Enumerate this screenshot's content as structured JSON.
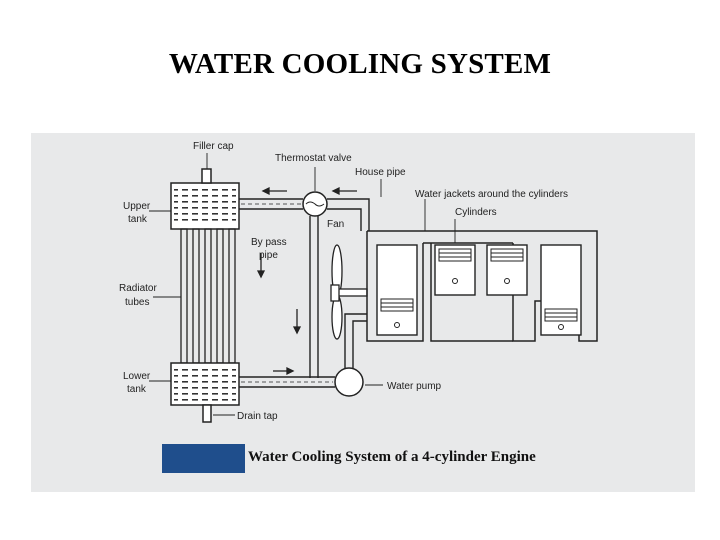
{
  "slide": {
    "title": "WATER COOLING SYSTEM"
  },
  "diagram": {
    "labels": {
      "filler_cap": "Filler cap",
      "thermostat_valve": "Thermostat valve",
      "house_pipe": "House pipe",
      "water_jackets": "Water jackets around the cylinders",
      "cylinders": "Cylinders",
      "upper_tank_1": "Upper",
      "upper_tank_2": "tank",
      "bypass_1": "By pass",
      "bypass_2": "pipe",
      "fan": "Fan",
      "radiator_1": "Radiator",
      "radiator_2": "tubes",
      "lower_tank_1": "Lower",
      "lower_tank_2": "tank",
      "water_pump": "Water pump",
      "drain_tap": "Drain tap"
    },
    "caption": "Water Cooling System of a 4-cylinder Engine",
    "colors": {
      "background": "#e8e9ea",
      "caption_box": "#1f4e8c",
      "line": "#222222"
    }
  }
}
